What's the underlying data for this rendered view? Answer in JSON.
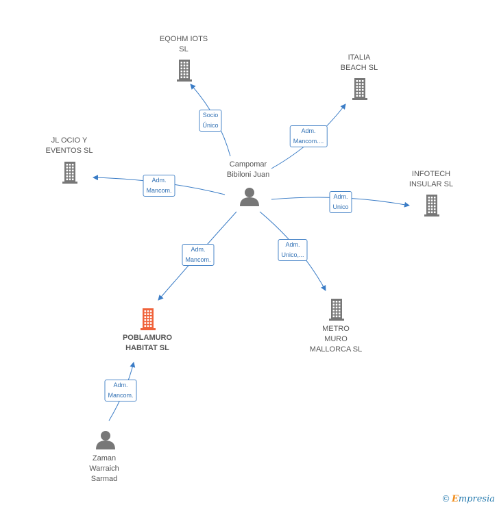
{
  "colors": {
    "edge": "#3a7cc6",
    "building": "#777777",
    "building_main": "#f0623a",
    "person": "#777777"
  },
  "nodes": {
    "center": {
      "lines": [
        "Campomar",
        "Bibiloni Juan"
      ],
      "icon": "person-icon"
    },
    "eqohm": {
      "lines": [
        "EQOHM IOTS",
        "SL"
      ],
      "icon": "building-icon"
    },
    "italia": {
      "lines": [
        "ITALIA",
        "BEACH  SL"
      ],
      "icon": "building-icon"
    },
    "jlocio": {
      "lines": [
        "JL OCIO Y",
        "EVENTOS  SL"
      ],
      "icon": "building-icon"
    },
    "infotech": {
      "lines": [
        "INFOTECH",
        "INSULAR  SL"
      ],
      "icon": "building-icon"
    },
    "poblamuro": {
      "lines": [
        "POBLAMURO",
        "HABITAT  SL"
      ],
      "icon": "building-icon"
    },
    "metro": {
      "lines": [
        "METRO",
        "MURO",
        "MALLORCA  SL"
      ],
      "icon": "building-icon"
    },
    "zaman": {
      "lines": [
        "Zaman",
        "Warraich",
        "Sarmad"
      ],
      "icon": "person-icon"
    }
  },
  "edges": [
    {
      "id": "center-eqohm",
      "lines": [
        "Socio",
        "Único"
      ]
    },
    {
      "id": "center-italia",
      "lines": [
        "Adm.",
        "Mancom...."
      ]
    },
    {
      "id": "center-jlocio",
      "lines": [
        "Adm.",
        "Mancom."
      ]
    },
    {
      "id": "center-infotech",
      "lines": [
        "Adm.",
        "Unico"
      ]
    },
    {
      "id": "center-poblamuro",
      "lines": [
        "Adm.",
        "Mancom."
      ]
    },
    {
      "id": "center-metro",
      "lines": [
        "Adm.",
        "Unico,..."
      ]
    },
    {
      "id": "zaman-poblamuro",
      "lines": [
        "Adm.",
        "Mancom."
      ]
    }
  ],
  "footer": {
    "copyright": "©",
    "brand_first": "E",
    "brand_rest": "mpresia"
  }
}
